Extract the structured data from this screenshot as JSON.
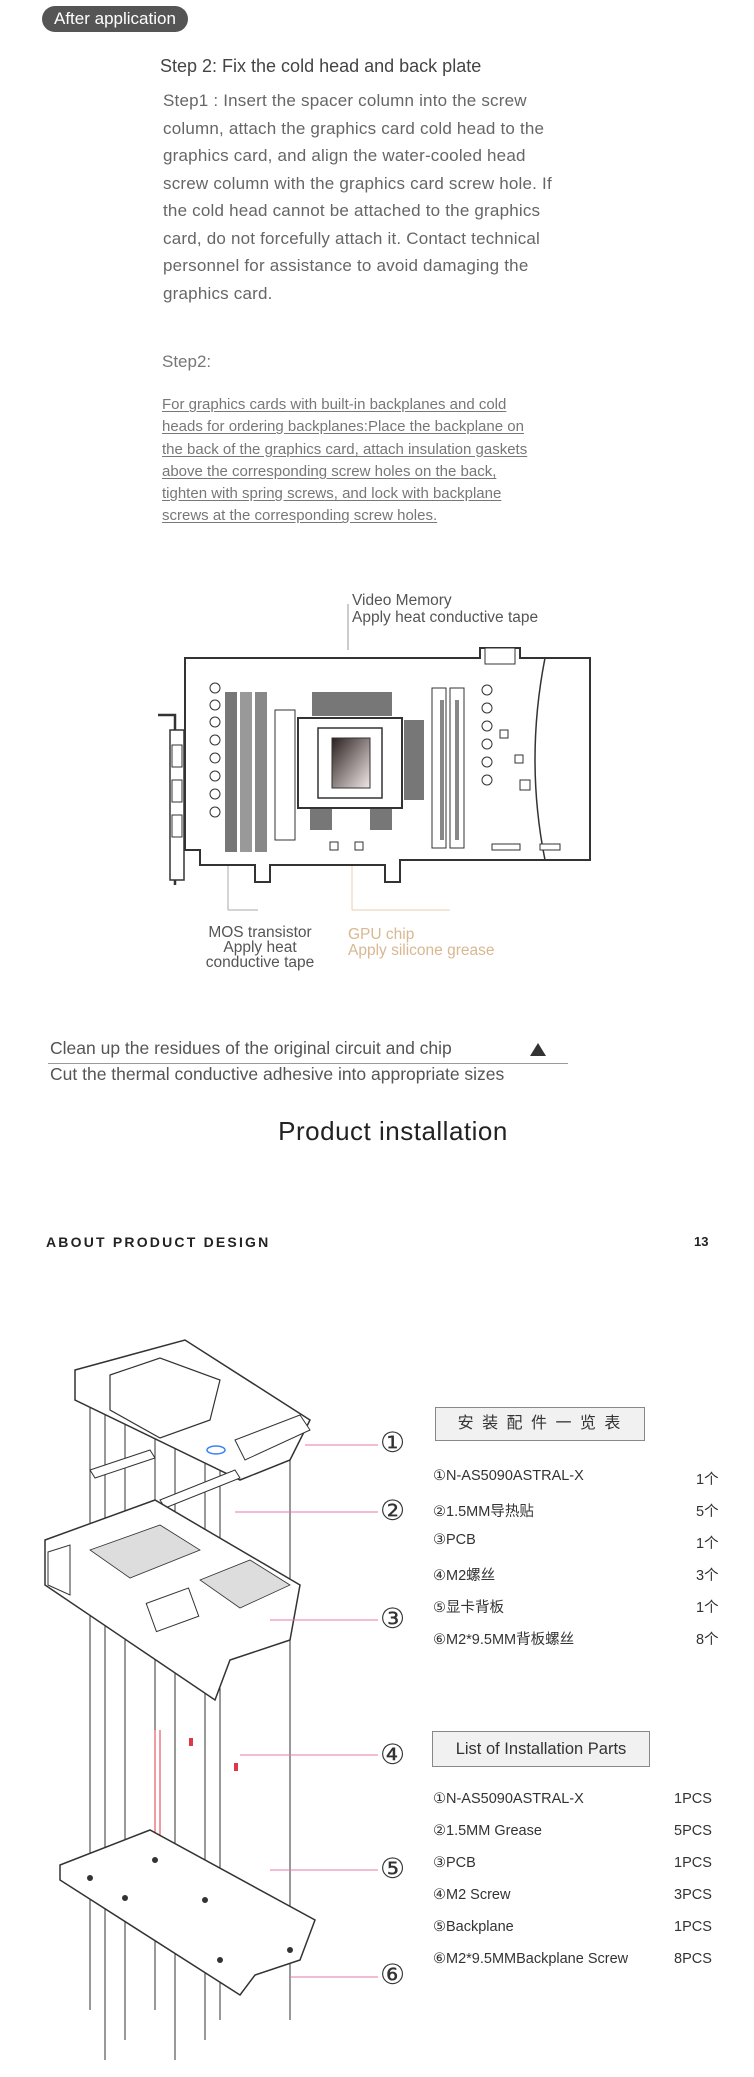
{
  "badge": "After application",
  "step_heading": "Step 2: Fix the cold head and back plate",
  "step1_lines": [
    "Step1 :  Insert the spacer column into the screw",
    "column, attach the graphics card cold head to the",
    "graphics card, and align the water-cooled head",
    "screw column with the graphics card screw hole. If",
    "the cold head cannot be attached to the graphics",
    "card, do not forcefully attach it. Contact technical",
    "personnel for assistance to avoid damaging the",
    "graphics card."
  ],
  "step2_label": "Step2:",
  "step2_lines": [
    "For graphics cards with built-in backplanes and cold",
    "heads for ordering backplanes:Place the backplane on",
    "the back of the graphics card, attach insulation gaskets",
    "above the corresponding screw holes on the back,",
    "tighten with spring screws, and lock with backplane",
    "screws at the corresponding screw holes."
  ],
  "diagram": {
    "video_memory": "Video Memory",
    "video_memory_tape": "Apply heat conductive tape",
    "mos_line1": "MOS transistor",
    "mos_line2": "Apply heat",
    "mos_line3": "conductive tape",
    "gpu_chip": "GPU chip",
    "gpu_grease": "Apply silicone grease"
  },
  "clean_text": "Clean up the residues of the original circuit and chip",
  "cut_text": "Cut the thermal conductive adhesive into appropriate sizes",
  "product_installation": "Product installation",
  "about": "ABOUT PRODUCT DESIGN",
  "page_number": "13",
  "callouts": [
    "①",
    "②",
    "③",
    "④",
    "⑤",
    "⑥"
  ],
  "cn_header": "安 装 配 件 一 览 表",
  "cn_items": [
    {
      "name": "①N-AS5090ASTRAL-X",
      "qty": "1个"
    },
    {
      "name": "②1.5MM导热贴",
      "qty": "5个"
    },
    {
      "name": "③PCB",
      "qty": "1个"
    },
    {
      "name": "④M2螺丝",
      "qty": "3个"
    },
    {
      "name": "⑤显卡背板",
      "qty": "1个"
    },
    {
      "name": "⑥M2*9.5MM背板螺丝",
      "qty": "8个"
    }
  ],
  "en_header": "List of Installation Parts",
  "en_items": [
    {
      "name": "①N-AS5090ASTRAL-X",
      "qty": "1PCS"
    },
    {
      "name": "②1.5MM Grease",
      "qty": "5PCS"
    },
    {
      "name": "③PCB",
      "qty": "1PCS"
    },
    {
      "name": "④M2 Screw",
      "qty": "3PCS"
    },
    {
      "name": "⑤Backplane",
      "qty": "1PCS"
    },
    {
      "name": "⑥M2*9.5MMBackplane Screw",
      "qty": "8PCS"
    }
  ],
  "colors": {
    "badge_bg": "#555555",
    "gpu_label": "#d9b790",
    "callout_line": "#e57aa8",
    "screw_red": "#e0364a"
  }
}
